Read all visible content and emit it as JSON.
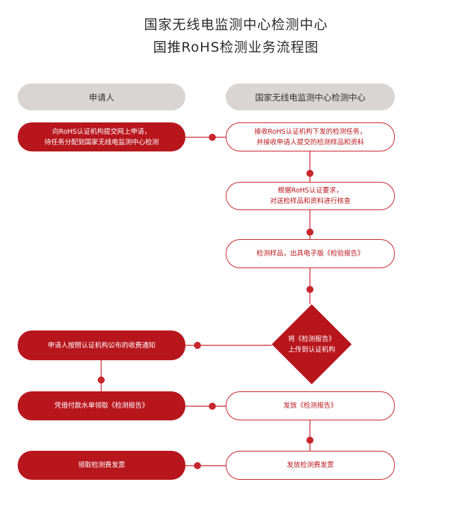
{
  "title": {
    "line1": "国家无线电监测中心检测中心",
    "line2": "国推RoHS检测业务流程图"
  },
  "lanes": {
    "left": "申请人",
    "right": "国家无线电监测中心检测中心"
  },
  "applicant_steps": [
    {
      "line1": "向RoHS认证机构提交网上申请，",
      "line2": "待任务分配到国家无线电监测中心检测"
    },
    {
      "line1": "申请人按照认证机构公布的收费通知",
      "line2": ""
    },
    {
      "line1": "凭借付款水单领取《检测报告》",
      "line2": ""
    },
    {
      "line1": "领取检测费发票",
      "line2": ""
    }
  ],
  "center_steps": [
    {
      "line1": "接收RoHS认证机构下发的检测任务，",
      "line2": "并接收申请人提交的检测样品和资料"
    },
    {
      "line1": "根据RoHS认证要求，",
      "line2": "对送检样品和资料进行核查"
    },
    {
      "line1": "检测样品，出具电子版《检验报告》",
      "line2": ""
    },
    {
      "line1": "将《检测报告》",
      "line2": "上传到认证机构"
    },
    {
      "line1": "发放《检测报告》",
      "line2": ""
    },
    {
      "line1": "发放检测费发票",
      "line2": ""
    }
  ],
  "colors": {
    "accent": "#b8161d",
    "lane_header": "#d8d5d4",
    "connector": "#c7262d"
  }
}
